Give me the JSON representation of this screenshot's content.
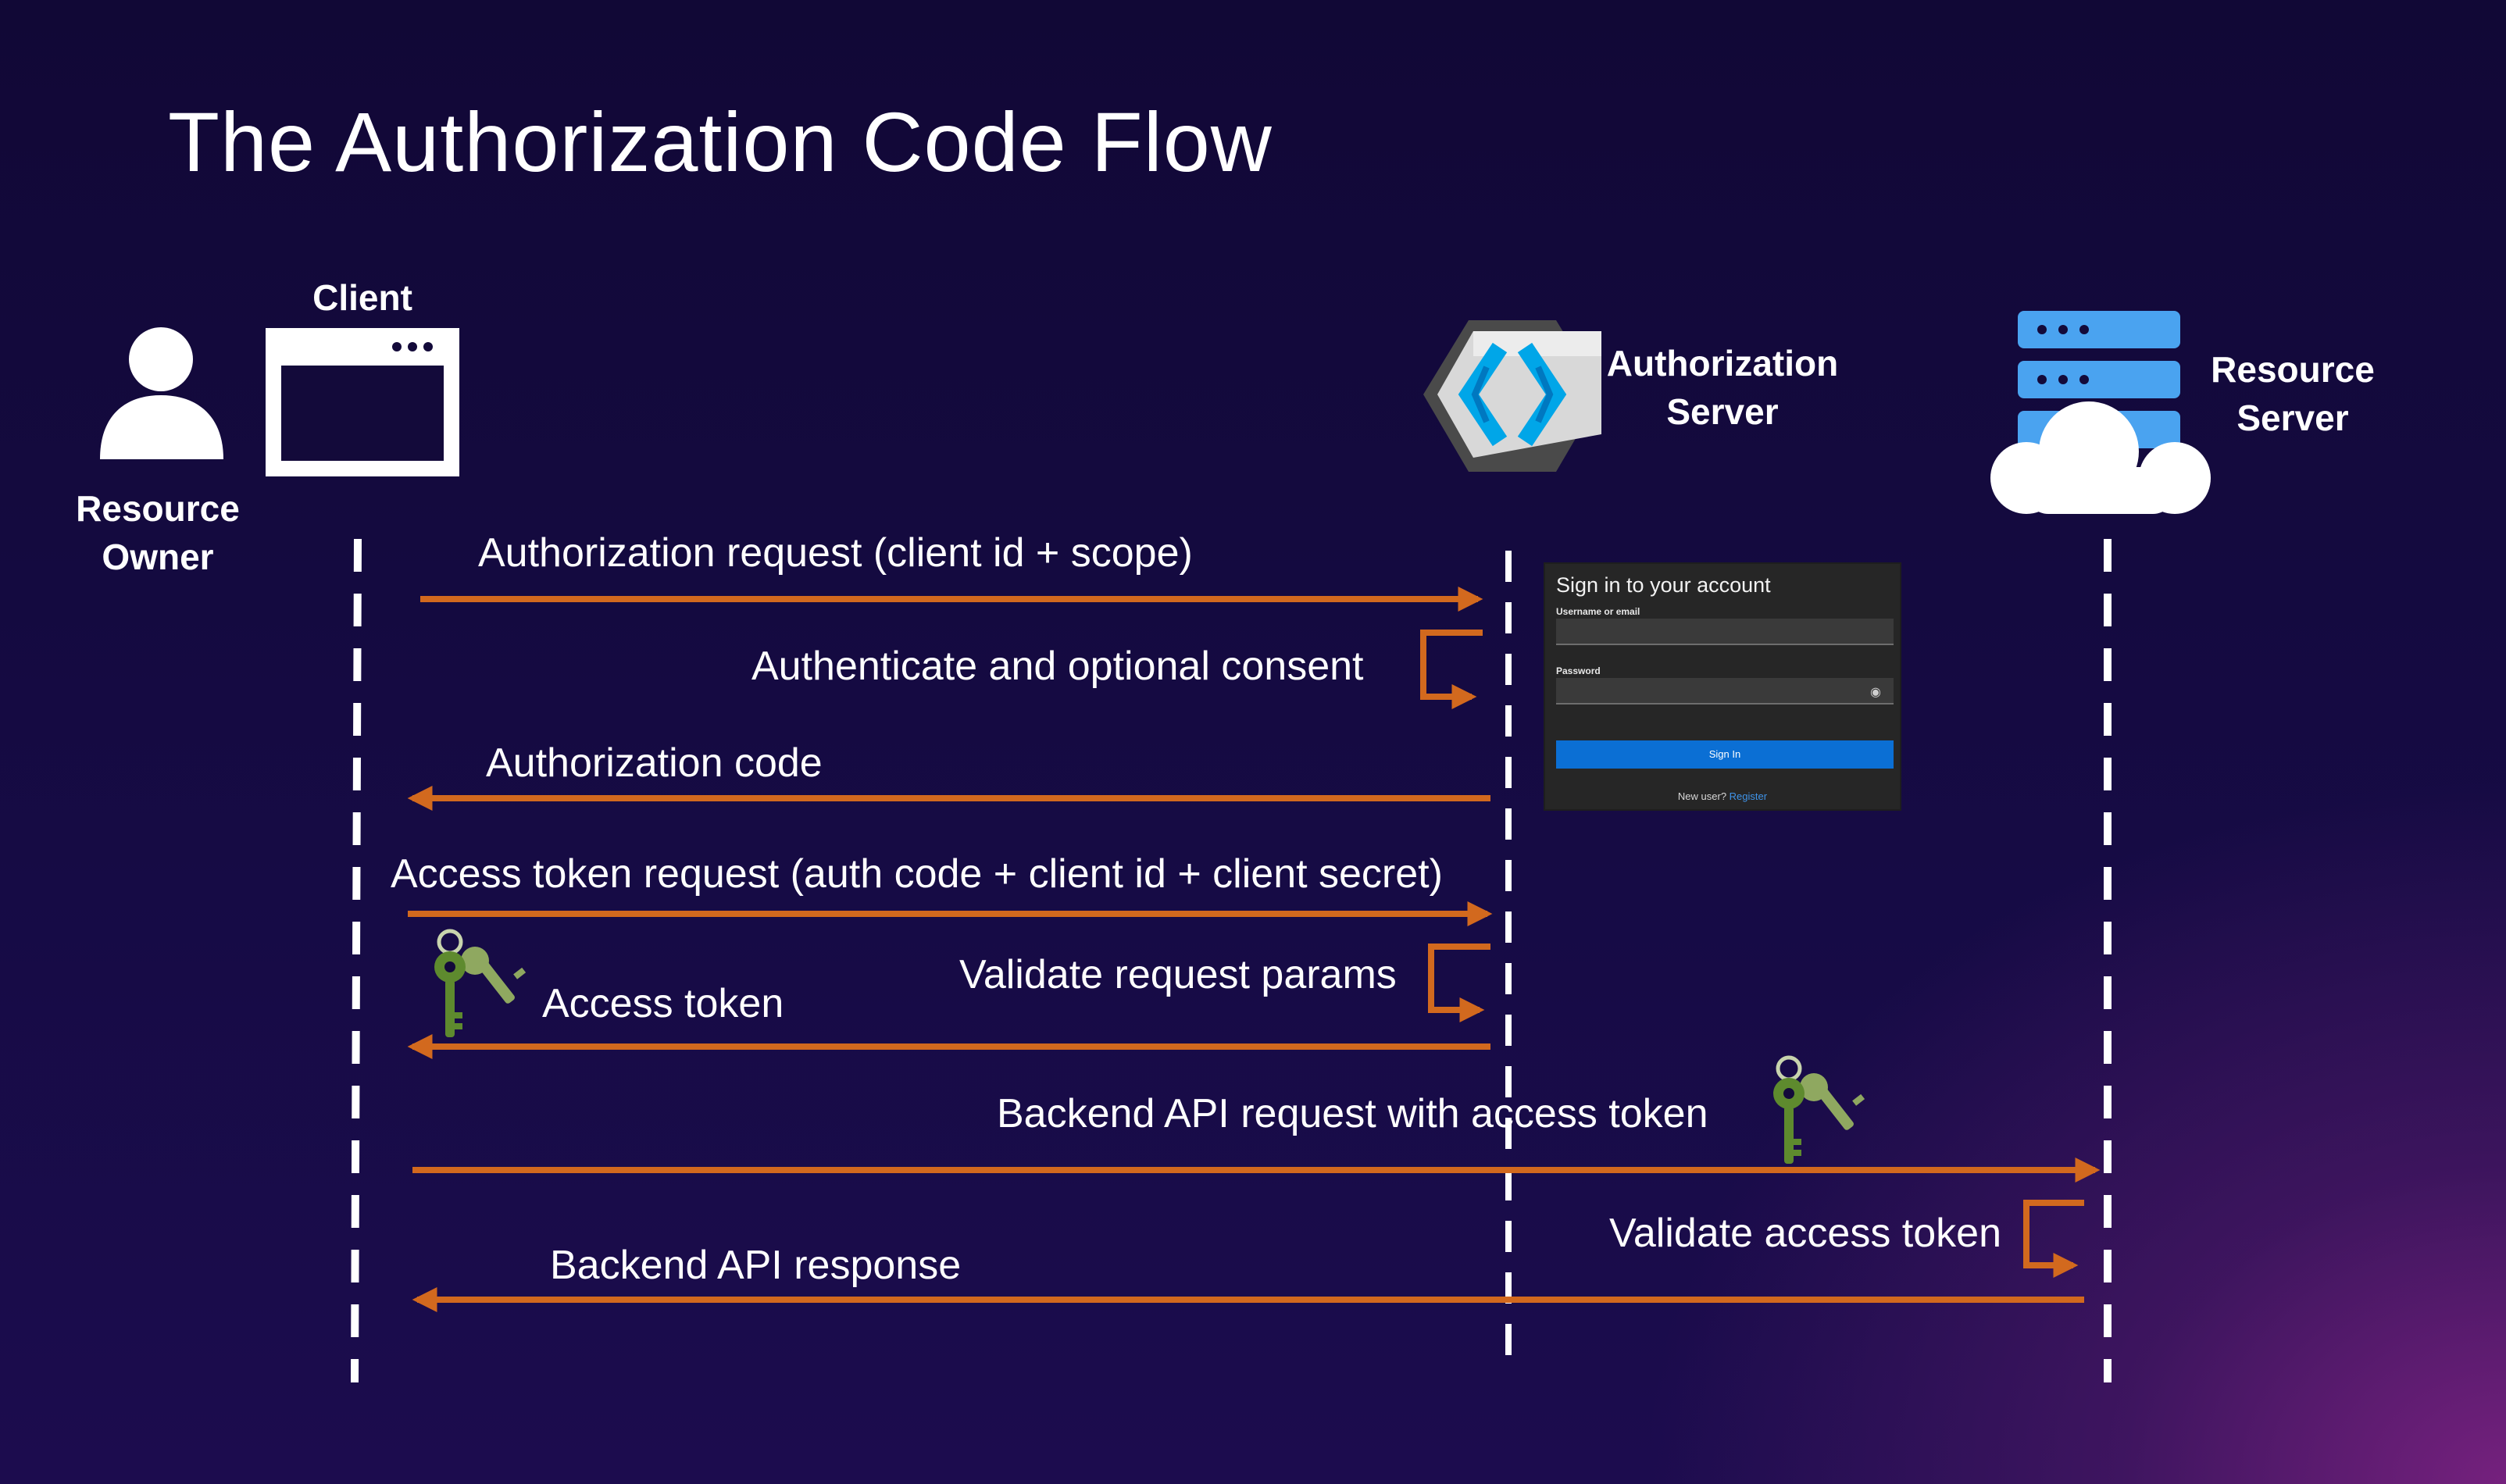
{
  "title": "The Authorization Code Flow",
  "actors": {
    "resource_owner": [
      "Resource",
      "Owner"
    ],
    "client": "Client",
    "authorization_server": [
      "Authorization",
      "Server"
    ],
    "resource_server": [
      "Resource",
      "Server"
    ]
  },
  "messages": {
    "auth_request": "Authorization request (client id + scope)",
    "authenticate": "Authenticate and optional consent",
    "auth_code": "Authorization code",
    "token_request": "Access token request (auth code + client id + client secret)",
    "validate_params": "Validate request params",
    "access_token": "Access token",
    "api_request": "Backend API request with access token",
    "validate_token": "Validate access token",
    "api_response": "Backend API response"
  },
  "signin_card": {
    "heading": "Sign in to your account",
    "username_label": "Username or email",
    "password_label": "Password",
    "button": "Sign In",
    "new_user": "New user?",
    "register": "Register"
  },
  "colors": {
    "arrow": "#d2691e",
    "server_blue": "#4aa3f0",
    "key_green": "#6b8e3a"
  }
}
